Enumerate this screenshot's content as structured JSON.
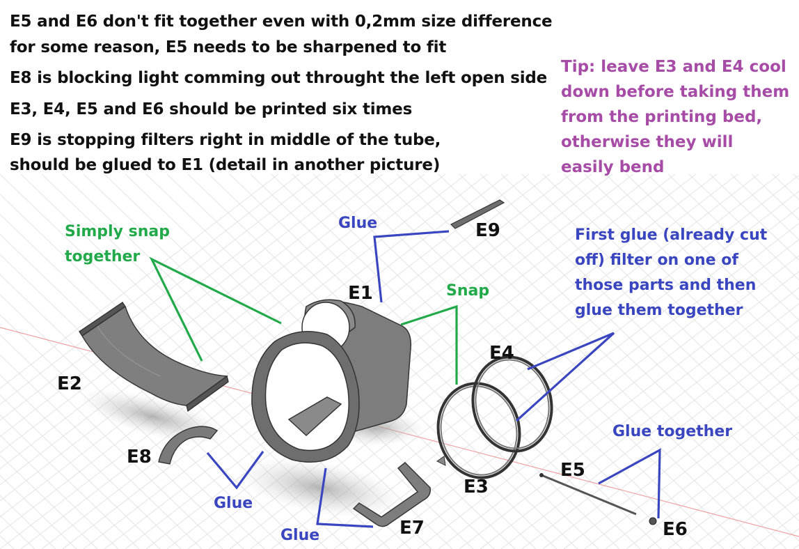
{
  "notes": [
    "E5 and E6 don't fit together even with 0,2mm size difference",
    "for some reason, E5 needs to be sharpened to fit",
    "E8 is blocking light comming out throught the left open side",
    "E3, E4, E5 and E6 should be printed six times",
    "E9 is stopping filters right in middle of the tube,",
    "should be glued to E1 (detail in another picture)"
  ],
  "tip": "Tip: leave E3 and E4 cool down before taking them from the printing bed, otherwise they will easily bend",
  "parts": {
    "e1": "E1",
    "e2": "E2",
    "e3": "E3",
    "e4": "E4",
    "e5": "E5",
    "e6": "E6",
    "e7": "E7",
    "e8": "E8",
    "e9": "E9"
  },
  "annotations": {
    "snap_together_1": "Simply snap",
    "snap_together_2": "together",
    "snap": "Snap",
    "glue_e9": "Glue",
    "glue_e8": "Glue",
    "glue_e7": "Glue",
    "glue_together": "Glue together",
    "filter_1": "First glue (already cut",
    "filter_2": "off) filter on one of",
    "filter_3": "those parts and then",
    "filter_4": "glue them together"
  },
  "colors": {
    "annotation_green": "#22aa4a",
    "annotation_blue": "#3a46c0",
    "tip_purple": "#a64ca6",
    "part_gray": "#6e6e6e"
  }
}
